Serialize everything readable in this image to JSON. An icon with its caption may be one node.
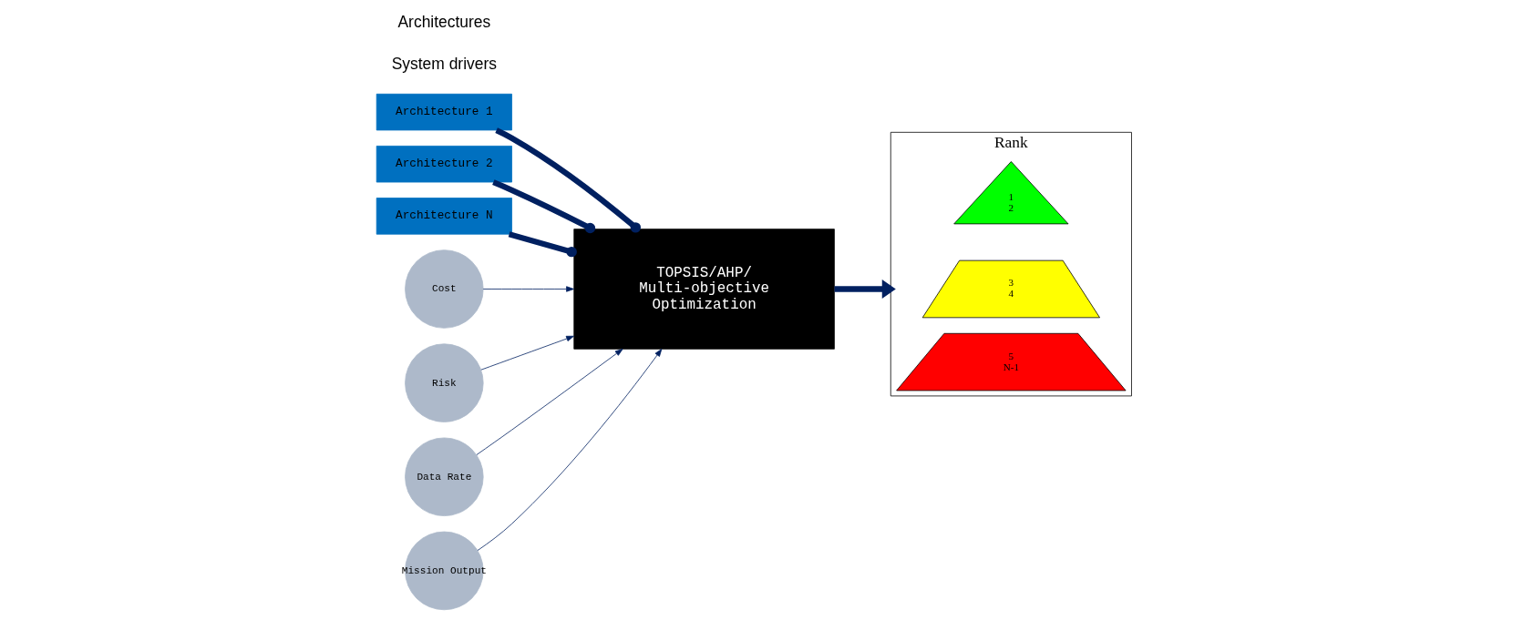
{
  "diagram": {
    "nodes": [
      {
        "text": [
          "Architecture 1"
        ]
      },
      {
        "text": [
          "Architecture 2"
        ]
      },
      {
        "text": [
          "Architecture N"
        ]
      },
      {
        "text": [
          "Cost"
        ]
      },
      {
        "text": [
          "Risk"
        ]
      },
      {
        "text": [
          "Data Rate"
        ]
      },
      {
        "text": [
          "Mission Output"
        ]
      },
      {
        "text": [
          "TOPSIS/AHP/ Multi-objective Optimization"
        ]
      },
      {
        "text": [
          "Rank"
        ]
      },
      {
        "text": [
          "1",
          "2"
        ],
        "in": 8
      },
      {
        "text": [
          "3",
          "4"
        ],
        "in": 8
      },
      {
        "text": [
          "5",
          "N-1"
        ],
        "in": 8
      }
    ],
    "edges": [
      {
        "from": 0,
        "to": 7,
        "arrow": "other",
        "style": "thick"
      },
      {
        "from": 1,
        "to": 7,
        "arrow": "other",
        "style": "thick"
      },
      {
        "from": 2,
        "to": 7,
        "arrow": "other",
        "style": "thick"
      },
      {
        "from": 3,
        "to": 7,
        "arrow": "to"
      },
      {
        "from": 4,
        "to": 7,
        "arrow": "to"
      },
      {
        "from": 5,
        "to": 7,
        "arrow": "to"
      },
      {
        "from": 6,
        "to": 7,
        "arrow": "to"
      },
      {
        "from": 7,
        "to": 8,
        "arrow": "to",
        "style": "thick"
      }
    ],
    "labels": [
      "System drivers",
      "Architectures"
    ]
  }
}
